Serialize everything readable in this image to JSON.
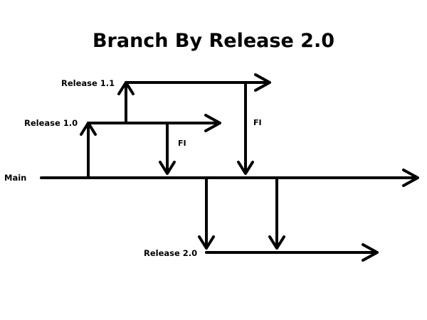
{
  "diagram": {
    "title": "Branch By Release 2.0",
    "branches": {
      "main": "Main",
      "release_1_0": "Release 1.0",
      "release_1_1": "Release 1.1",
      "release_2_0": "Release 2.0"
    },
    "merges": {
      "fi_1": "FI",
      "fi_2": "FI"
    },
    "colors": {
      "ink": "#000000",
      "background": "#ffffff"
    }
  }
}
